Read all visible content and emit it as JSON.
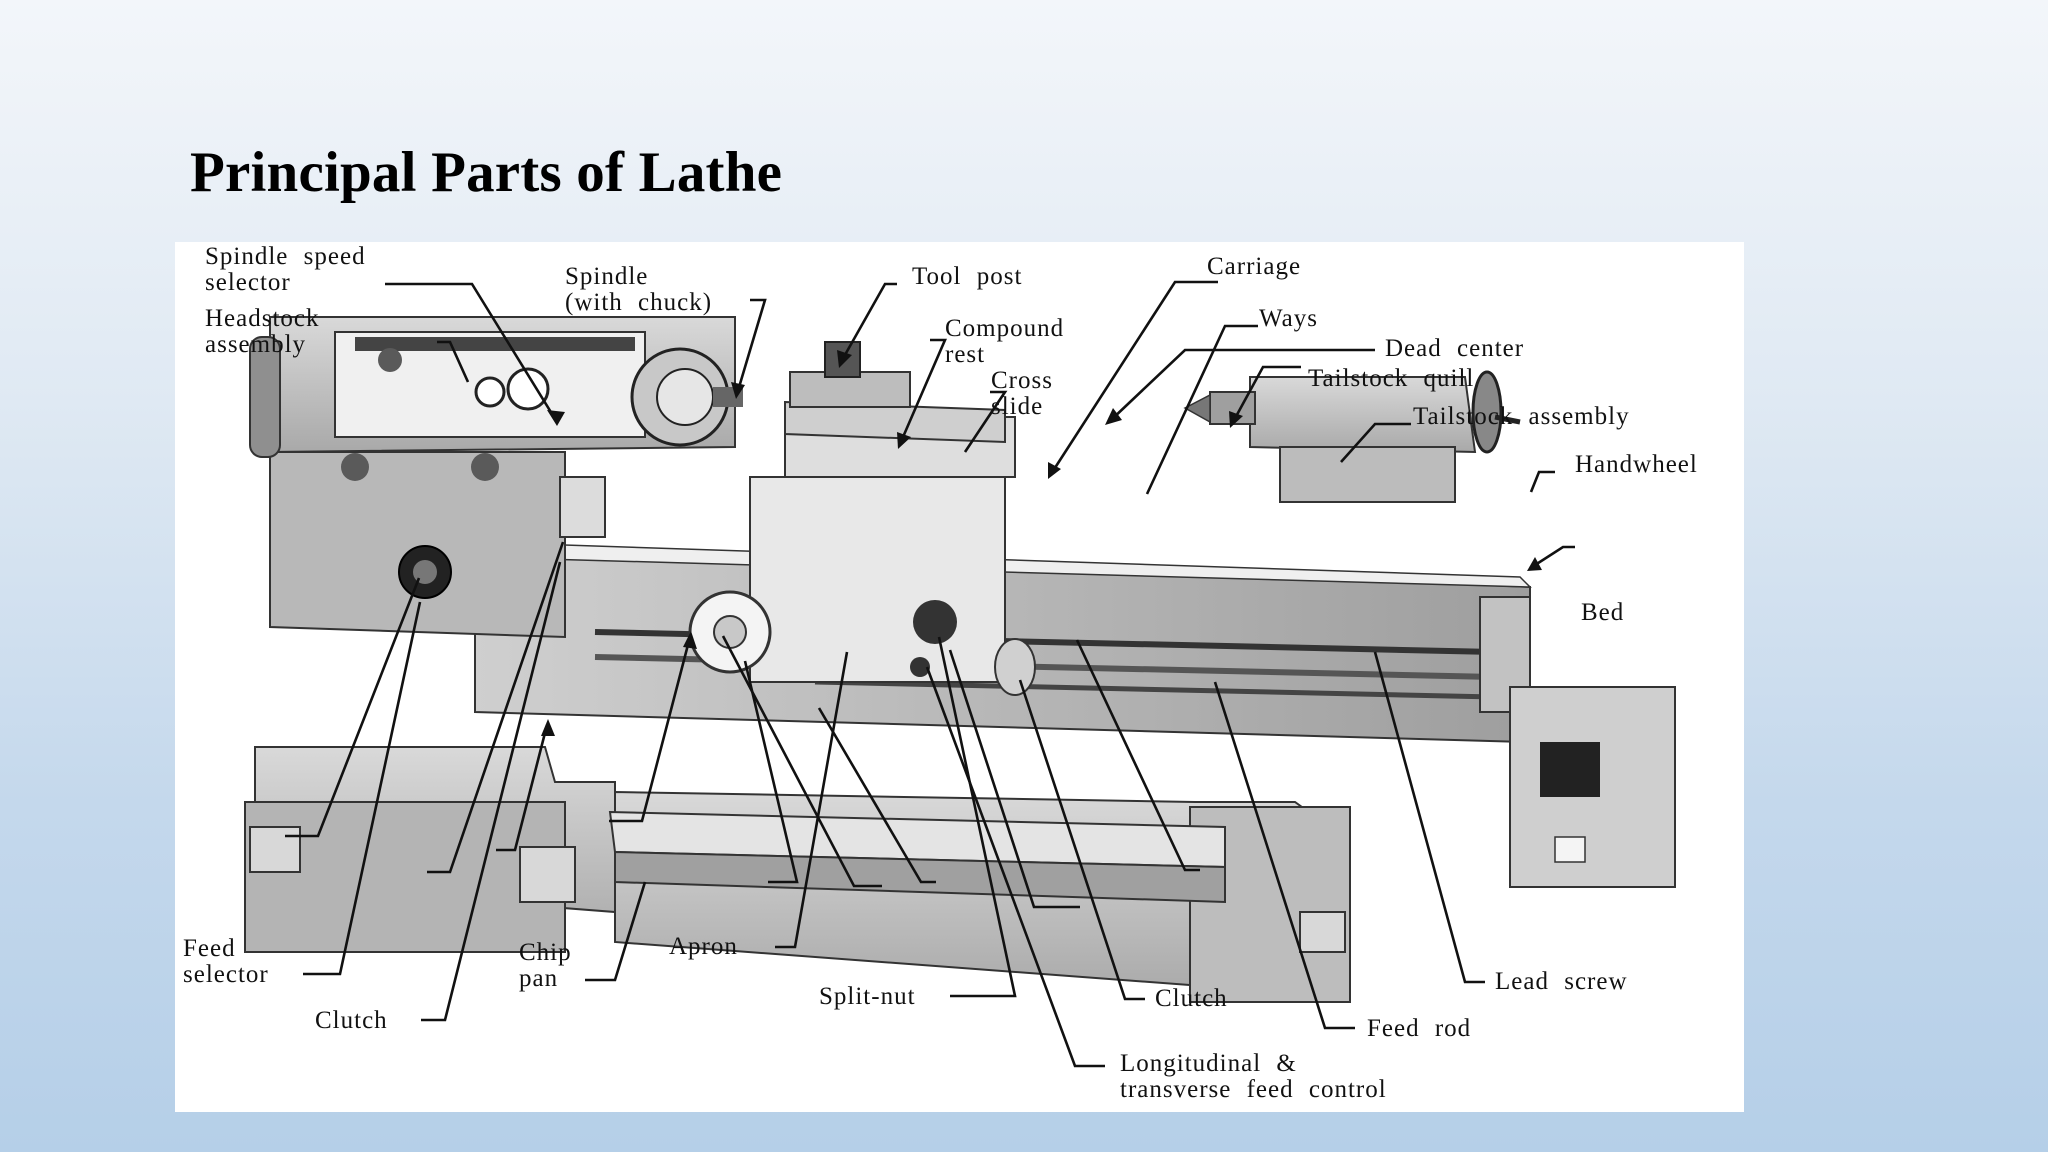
{
  "title": "Principal Parts of Lathe",
  "labels": {
    "spindle_speed_selector": [
      "Spindle speed",
      "selector"
    ],
    "headstock_assembly": [
      "Headstock",
      "assembly"
    ],
    "spindle_with_chuck": [
      "Spindle",
      "(with chuck)"
    ],
    "tool_post": "Tool post",
    "compound_rest": [
      "Compound",
      "rest"
    ],
    "cross_slide": [
      "Cross",
      "slide"
    ],
    "carriage": "Carriage",
    "ways": "Ways",
    "dead_center": "Dead center",
    "tailstock_quill": "Tailstock quill",
    "tailstock_assembly": "Tailstock assembly",
    "handwheel": "Handwheel",
    "bed": "Bed",
    "feed_selector": [
      "Feed",
      "selector"
    ],
    "clutch_left": "Clutch",
    "chip_pan": [
      "Chip",
      "pan"
    ],
    "apron": "Apron",
    "split_nut": "Split-nut",
    "clutch_right": "Clutch",
    "longitudinal_feed_control": [
      "Longitudinal &",
      "transverse feed control"
    ],
    "feed_rod": "Feed rod",
    "lead_screw": "Lead screw"
  }
}
